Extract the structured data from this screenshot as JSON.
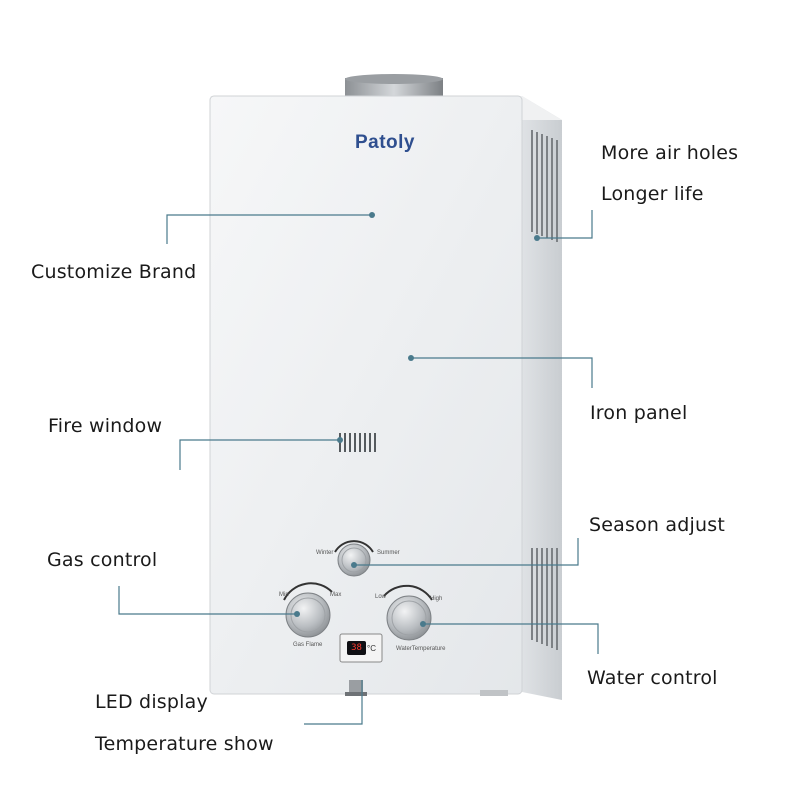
{
  "product": {
    "brand_logo": "Patoly",
    "season_knob": {
      "left": "Winter",
      "right": "Summer"
    },
    "gas_knob": {
      "min": "Min",
      "max": "Max",
      "caption": "Gas Flame"
    },
    "water_knob": {
      "low": "Low",
      "high": "High",
      "caption": "WaterTemperature"
    },
    "led": {
      "value": "38",
      "unit": "°C"
    }
  },
  "callouts": {
    "air_holes": "More air holes",
    "longer_life": "Longer life",
    "customize_brand": "Customize Brand",
    "iron_panel": "Iron panel",
    "fire_window": "Fire window",
    "season_adjust": "Season adjust",
    "gas_control": "Gas control",
    "water_control": "Water control",
    "led_display": "LED display",
    "temperature_show": "Temperature show"
  },
  "colors": {
    "callout_line": "#4a7a8c",
    "panel": "#eef0f2",
    "knob": "#b8bcc0",
    "brand": "#2f4f8f"
  }
}
